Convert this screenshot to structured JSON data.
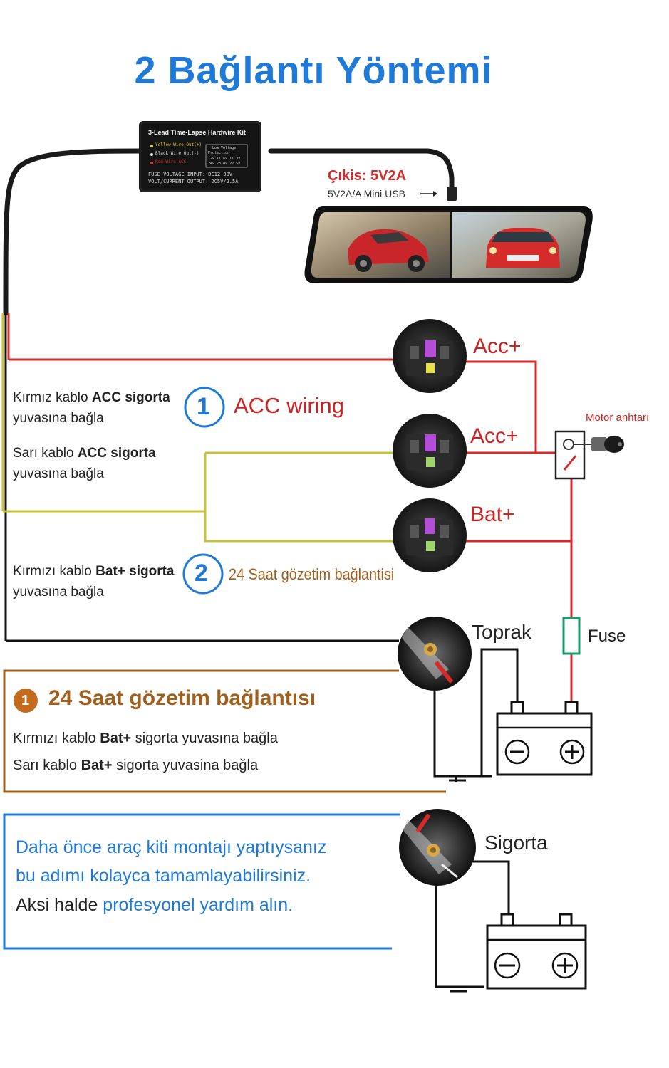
{
  "title": "2 Bağlantı Yöntemi",
  "hardwire_module": {
    "name": "3-Lead Time-Lapse Hardwire Kit",
    "legend": [
      "Yellow Wire Out(+)",
      "Black Wire Out(-)",
      "Red Wire ACC"
    ],
    "spec_box": [
      "Low Voltage",
      "Protection",
      "12V 11.6V 11.3V",
      "24V 23.0V 22.5V"
    ],
    "fuse_voltage": "FUSE VOLTAGE INPUT: DC12-30V",
    "output": "VOLT/CURRENT OUTPUT: DC5V/2.5A"
  },
  "output_label": "Çıkis: 5V2A",
  "output_sub": "5V2Λ/A Mini USB",
  "fuse_labels": {
    "acc1": "Acc+",
    "acc2": "Acc+",
    "bat": "Bat+"
  },
  "motor_switch": "Motor anhtarı",
  "acc_section": {
    "number": "1",
    "heading": "ACC wiring",
    "red_instruction_1": "Kırmız kablo ",
    "red_instruction_bold": "ACC sigorta",
    "red_instruction_2": "yuvasına bağla",
    "yellow_instruction_1": "Sarı kablo ",
    "yellow_instruction_bold": "ACC sigorta",
    "yellow_instruction_2": "yuvasına bağla"
  },
  "bat_section": {
    "number": "2",
    "heading": "24 Saat gözetim bağlantisi",
    "instruction_1": "Kırmızı kablo ",
    "instruction_bold": "Bat+ sigorta",
    "instruction_2": "yuvasına bağla"
  },
  "ground_label": "Toprak",
  "fuse_label": "Fuse",
  "surveillance_box": {
    "number": "1",
    "heading": "24 Saat gözetim bağlantısı",
    "line1_a": "Kırmızı kablo ",
    "line1_b": "Bat+",
    "line1_c": " sigorta yuvasına bağla",
    "line2_a": "Sarı kablo ",
    "line2_b": "Bat+",
    "line2_c": " sigorta yuvasina bağla"
  },
  "info_box": {
    "line1": "Daha önce araç kiti montajı yaptıysanız",
    "line2": "bu adımı kolayca tamamlayabilirsiniz.",
    "line3_a": "Aksi halde ",
    "line3_b": "profesyonel yardım alın."
  },
  "sigorta_label": "Sigorta",
  "colors": {
    "title_blue": "#1e7ad6",
    "red_wire": "#d42b2b",
    "yellow_wire": "#c8c13a",
    "black_wire": "#111111",
    "brown_accent": "#a0601c",
    "green_fuse": "#1b9a6b"
  }
}
